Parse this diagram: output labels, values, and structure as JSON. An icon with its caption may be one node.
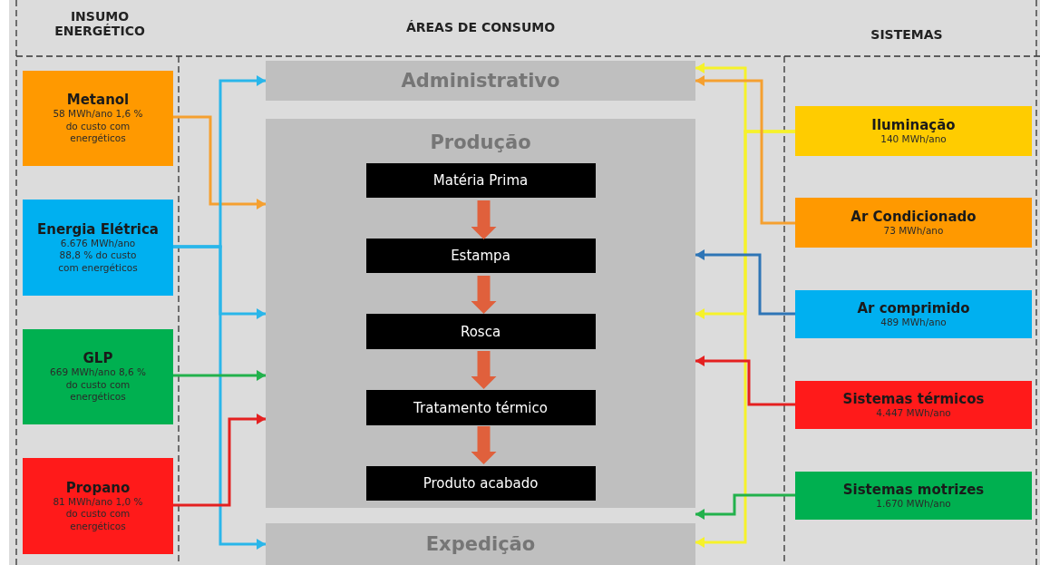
{
  "diagram": {
    "nodes": [
      {
        "text": [
          "Metanol",
          "58 MWh/ano 1,6 % do custo com energéticos"
        ]
      },
      {
        "text": [
          "Energia Elétrica",
          "6.676 MWh/ano 88,8 % do custo com energéticos"
        ]
      },
      {
        "text": [
          "GLP",
          "669 MWh/ano 8,6 % do custo com energéticos"
        ]
      },
      {
        "text": [
          "Propano",
          "81 MWh/ano 1,0 % do custo com energéticos"
        ]
      },
      {
        "text": [
          "Administrativo"
        ]
      },
      {
        "text": [
          "Produção"
        ]
      },
      {
        "text": [
          "Matéria Prima"
        ],
        "in": 5
      },
      {
        "text": [
          "Estampa"
        ],
        "in": 5
      },
      {
        "text": [
          "Rosca"
        ],
        "in": 5
      },
      {
        "text": [
          "Tratamento térmico"
        ],
        "in": 5
      },
      {
        "text": [
          "Produto acabado"
        ],
        "in": 5
      },
      {
        "text": [
          "Expedição"
        ]
      },
      {
        "text": [
          "Iluminação",
          "140 MWh/ano"
        ]
      },
      {
        "text": [
          "Ar Condicionado",
          "73 MWh/ano"
        ]
      },
      {
        "text": [
          "Ar comprimido",
          "489 MWh/ano"
        ]
      },
      {
        "text": [
          "Sistemas térmicos",
          "4.447 MWh/ano"
        ]
      },
      {
        "text": [
          "Sistemas motrizes",
          "1.670 MWh/ano"
        ]
      }
    ],
    "edges": [
      {
        "from": 0,
        "to": 5,
        "arrow": "to",
        "color": "#f5a030"
      },
      {
        "from": 1,
        "to": 4,
        "arrow": "to",
        "color": "#29b6ea"
      },
      {
        "from": 1,
        "to": 5,
        "arrow": "to",
        "color": "#29b6ea"
      },
      {
        "from": 1,
        "to": 11,
        "arrow": "to",
        "color": "#29b6ea"
      },
      {
        "from": 2,
        "to": 5,
        "arrow": "to",
        "color": "#22b14c"
      },
      {
        "from": 3,
        "to": 5,
        "arrow": "to",
        "color": "#e42020"
      },
      {
        "from": 6,
        "to": 7,
        "arrow": "to",
        "style": "thick",
        "color": "#e0603c"
      },
      {
        "from": 7,
        "to": 8,
        "arrow": "to",
        "style": "thick",
        "color": "#e0603c"
      },
      {
        "from": 8,
        "to": 9,
        "arrow": "to",
        "style": "thick",
        "color": "#e0603c"
      },
      {
        "from": 9,
        "to": 10,
        "arrow": "to",
        "style": "thick",
        "color": "#e0603c"
      },
      {
        "from": 12,
        "to": 4,
        "arrow": "to",
        "color": "#f6f22a"
      },
      {
        "from": 12,
        "to": 5,
        "arrow": "to",
        "color": "#f6f22a"
      },
      {
        "from": 12,
        "to": 11,
        "arrow": "to",
        "color": "#f6f22a"
      },
      {
        "from": 13,
        "to": 4,
        "arrow": "to",
        "color": "#f5a030"
      },
      {
        "from": 14,
        "to": 5,
        "arrow": "to",
        "color": "#2e75b6"
      },
      {
        "from": 15,
        "to": 5,
        "arrow": "to",
        "color": "#e42020"
      },
      {
        "from": 16,
        "to": 5,
        "arrow": "to",
        "color": "#22b14c"
      }
    ],
    "labels": [
      "INSUMO ENERGÉTICO",
      "ÁREAS DE CONSUMO",
      "SISTEMAS"
    ]
  }
}
